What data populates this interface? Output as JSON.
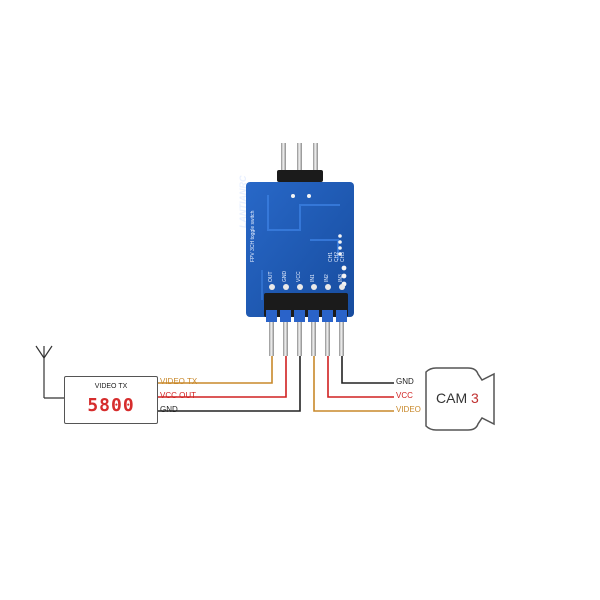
{
  "board": {
    "brand": "LANTIANRC",
    "subtitle": "FPV 3CH toggle switch",
    "pin_labels": [
      "OUT",
      "GND",
      "VCC",
      "IN1",
      "IN2",
      "IN3"
    ],
    "side_labels": [
      "CH1",
      "CH2",
      "CH3"
    ]
  },
  "video_tx": {
    "title": "VIDEO TX",
    "model": "5800",
    "wires": [
      {
        "label": "VIDEO TX",
        "color": "#c8882a"
      },
      {
        "label": "VCC OUT",
        "color": "#d02020"
      },
      {
        "label": "GND",
        "color": "#222222"
      }
    ]
  },
  "camera": {
    "label_prefix": "CAM",
    "label_number": "3",
    "wires": [
      {
        "label": "GND",
        "color": "#222222"
      },
      {
        "label": "VCC",
        "color": "#d02020"
      },
      {
        "label": "VIDEO",
        "color": "#c8882a"
      }
    ]
  },
  "colors": {
    "pcb": "#1f5bb5",
    "pcb_dark": "#174a99",
    "pin_metal": "#c9c9c9",
    "pin_housing": "#1b1b1b",
    "pin_base_blue": "#2a63c9"
  }
}
